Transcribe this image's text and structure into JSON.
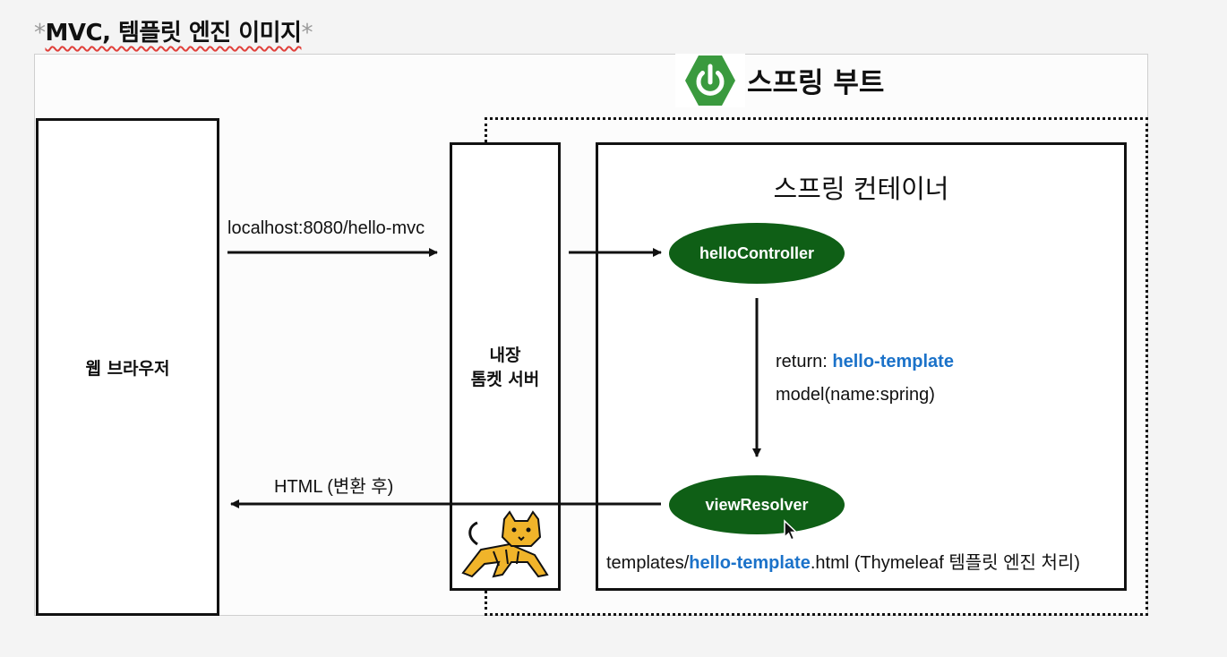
{
  "title": {
    "prefix": "*",
    "main": "MVC, 템플릿 엔진 이미지",
    "suffix": "*"
  },
  "spring_boot": {
    "label": "스프링 부트",
    "logo": "power-icon",
    "logo_color": "#3a9a3e"
  },
  "browser": {
    "label": "웹 브라우저"
  },
  "tomcat": {
    "line1": "내장",
    "line2": "톰켓 서버",
    "logo": "tomcat-cat-icon"
  },
  "container": {
    "label": "스프링 컨테이너"
  },
  "nodes": {
    "controller": "helloController",
    "view_resolver": "viewResolver",
    "node_color": "#0f5f16"
  },
  "arrows": {
    "request_url": "localhost:8080/hello-mvc",
    "response": "HTML (변환 후)",
    "return_prefix": "return: ",
    "return_value": "hello-template",
    "model": "model(name:spring)"
  },
  "template": {
    "prefix": "templates/",
    "name": "hello-template",
    "suffix": ".html (Thymeleaf 템플릿 엔진 처리)",
    "highlight_color": "#1b72c9"
  }
}
